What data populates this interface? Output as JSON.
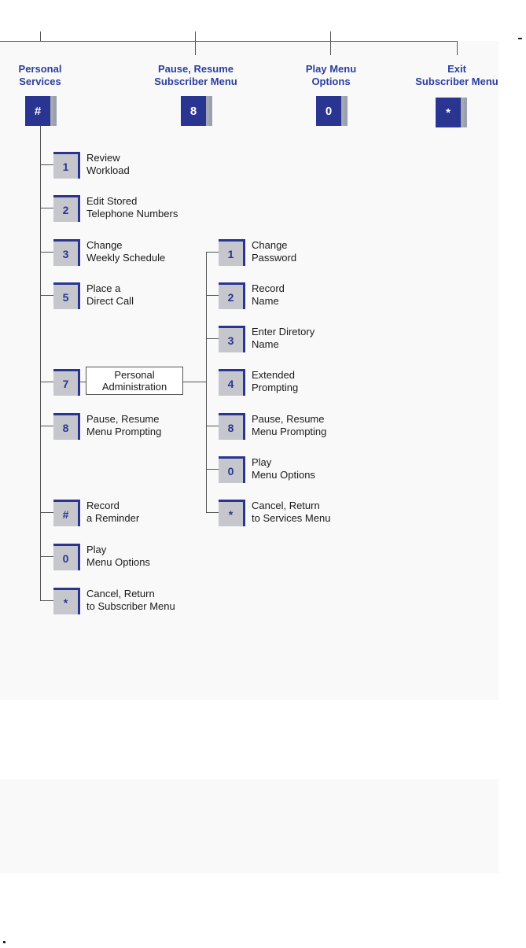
{
  "top_menu": [
    {
      "key": "#",
      "label": "Personal\nServices"
    },
    {
      "key": "8",
      "label": "Pause, Resume\nSubscriber Menu"
    },
    {
      "key": "0",
      "label": "Play Menu\nOptions"
    },
    {
      "key": "*",
      "label": "Exit\nSubscriber Menu"
    }
  ],
  "personal_services": [
    {
      "key": "1",
      "label": "Review\nWorkload"
    },
    {
      "key": "2",
      "label": "Edit Stored\nTelephone Numbers"
    },
    {
      "key": "3",
      "label": "Change\nWeekly Schedule"
    },
    {
      "key": "5",
      "label": "Place a\nDirect Call"
    },
    {
      "key": "7",
      "label": ""
    },
    {
      "key": "8",
      "label": "Pause, Resume\nMenu Prompting"
    },
    {
      "key": "#",
      "label": "Record\na Reminder"
    },
    {
      "key": "0",
      "label": "Play\nMenu Options"
    },
    {
      "key": "*",
      "label": "Cancel, Return\nto Subscriber Menu"
    }
  ],
  "personal_administration": {
    "title": "Personal\nAdministration",
    "items": [
      {
        "key": "1",
        "label": "Change\nPassword"
      },
      {
        "key": "2",
        "label": "Record\nName"
      },
      {
        "key": "3",
        "label": "Enter Diretory\nName"
      },
      {
        "key": "4",
        "label": "Extended\nPrompting"
      },
      {
        "key": "8",
        "label": "Pause, Resume\nMenu Prompting"
      },
      {
        "key": "0",
        "label": "Play\nMenu Options"
      },
      {
        "key": "*",
        "label": "Cancel, Return\nto Services Menu"
      }
    ]
  },
  "colors": {
    "key_navy": "#2a3592",
    "key_gray": "#c6c7cc",
    "label_blue": "#2a3f9e",
    "connector": "#555555",
    "panel_bg": "#f9f9fa"
  }
}
